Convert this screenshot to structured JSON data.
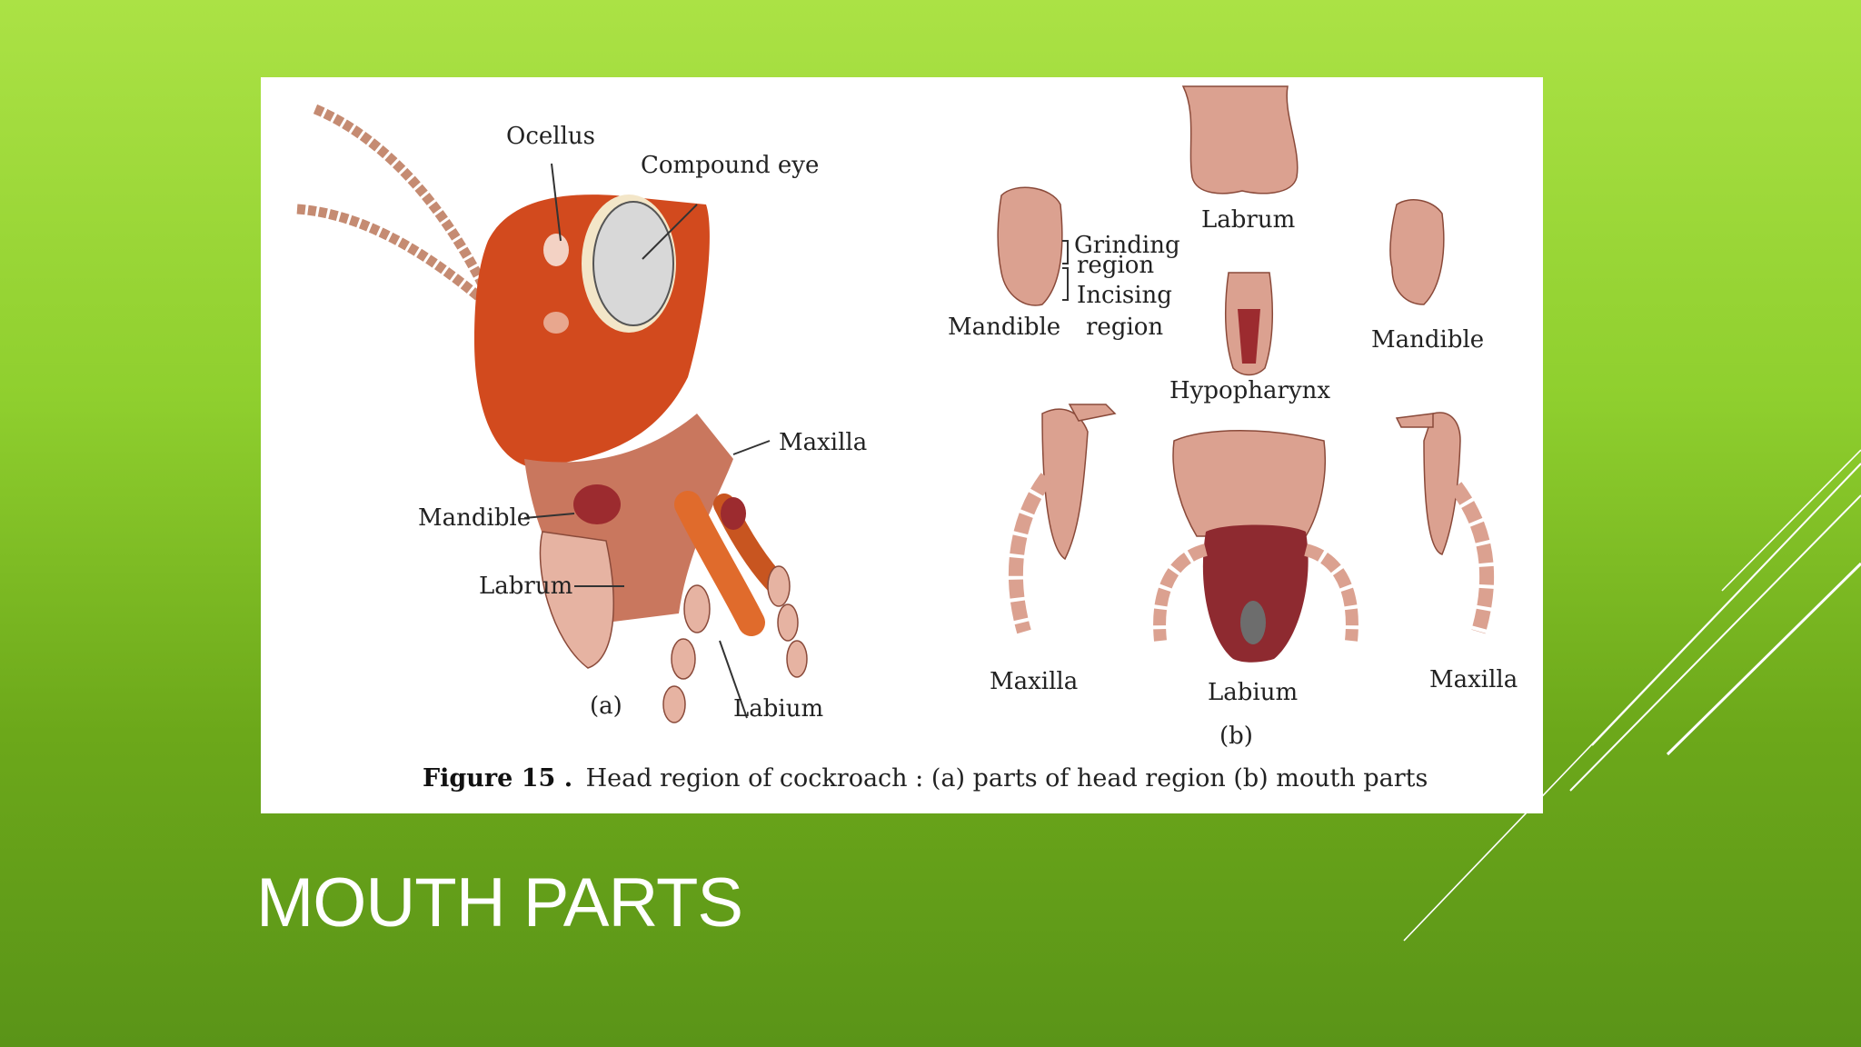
{
  "slide": {
    "title": "MOUTH PARTS",
    "background_top": "#abe245",
    "background_bottom": "#5a9418",
    "title_color": "#ffffff"
  },
  "figure": {
    "caption_bold": "Figure 15 .",
    "caption_text": "Head region of cockroach :  (a) parts of head region  (b) mouth parts",
    "panel_a": {
      "tag": "(a)",
      "labels": {
        "ocellus": "Ocellus",
        "compound_eye": "Compound  eye",
        "maxilla": "Maxilla",
        "mandible": "Mandible",
        "labrum": "Labrum",
        "labium": "Labium"
      }
    },
    "panel_b": {
      "tag": "(b)",
      "labels": {
        "labrum": "Labrum",
        "grinding_1": "Grinding",
        "grinding_2": "region",
        "incising_1": "Incising",
        "incising_2": "region",
        "mandible_left": "Mandible",
        "mandible_right": "Mandible",
        "hypopharynx": "Hypopharynx",
        "maxilla_left": "Maxilla",
        "maxilla_right": "Maxilla",
        "labium": "Labium"
      }
    },
    "colors": {
      "head": "#d24a1e",
      "head_dark": "#b83a14",
      "part": "#dba190",
      "labium_dark": "#8e2a30",
      "eye": "#d8d8d8"
    }
  }
}
